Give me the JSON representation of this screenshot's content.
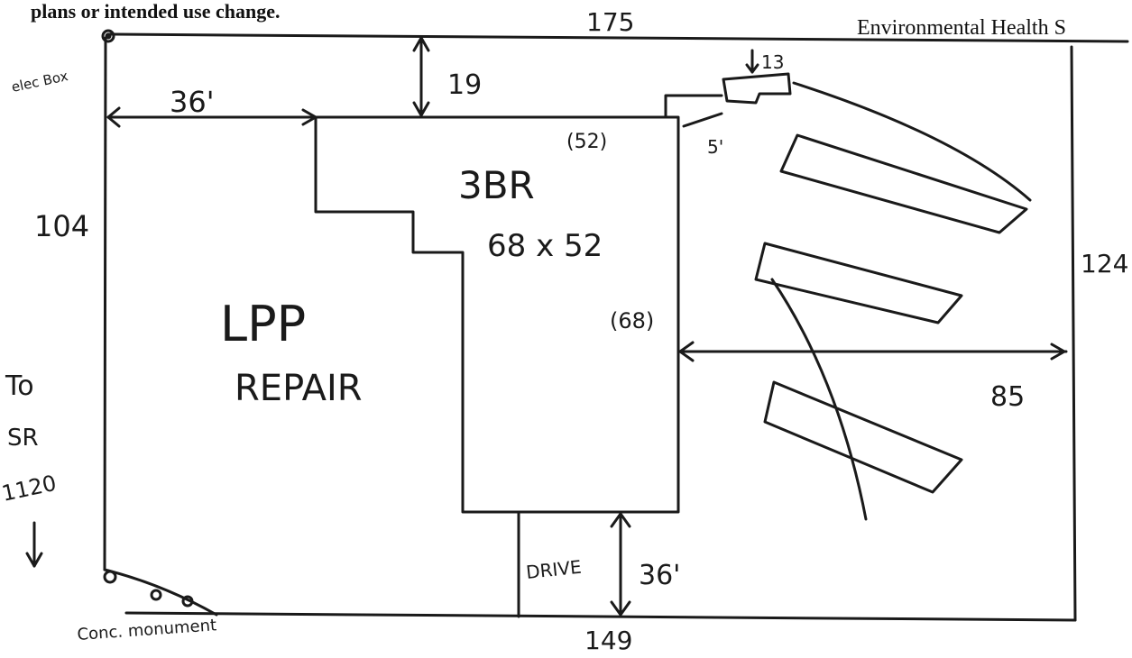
{
  "header": {
    "notice_fragment": "plans or intended use change.",
    "department_fragment": "Environmental Health S"
  },
  "site_plan": {
    "ink_color": "#1a1a1a",
    "top_boundary": "175",
    "bottom_boundary": "149",
    "left_boundary": "104",
    "right_boundary": "124",
    "elec_box": "elec Box",
    "left_setback": "36'",
    "top_setback": "19",
    "house_label": "3BR",
    "house_size": "68 x 52",
    "house_width": "(52)",
    "house_depth": "(68)",
    "porch_setback": "5'",
    "tank_label": "13",
    "drainfield_setback": "85",
    "area_label_line1": "LPP",
    "area_label_line2": "REPAIR",
    "to_road_line1": "To",
    "to_road_line2": "SR",
    "to_road_line3": "1120",
    "drive_label": "DRIVE",
    "drive_setback": "36'",
    "corner_monument": "Conc. monument"
  }
}
